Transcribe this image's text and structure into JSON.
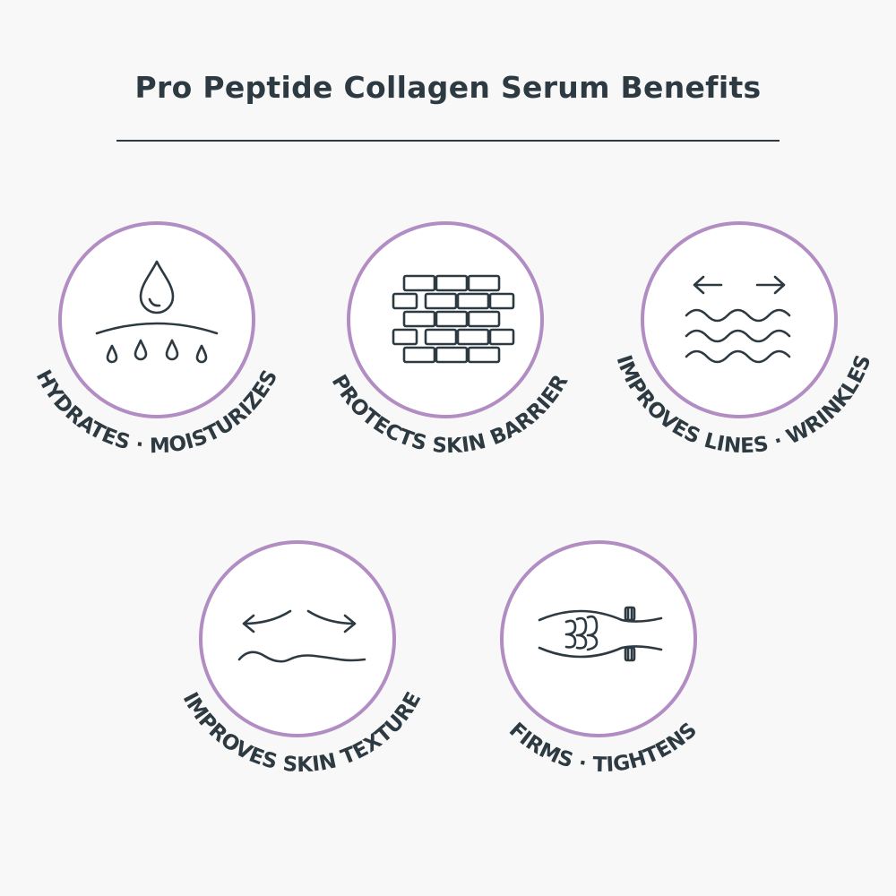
{
  "title": "Pro Peptide Collagen Serum Benefits",
  "colors": {
    "ring": "#b28dc4",
    "text": "#2d3a42",
    "background": "#f8f8f8"
  },
  "benefits": [
    {
      "label": "HYDRATES · MOISTURIZES",
      "icon": "water-drop-icon"
    },
    {
      "label": "PROTECTS SKIN BARRIER",
      "icon": "brick-wall-icon"
    },
    {
      "label": "IMPROVES LINES · WRINKLES",
      "icon": "stretch-waves-icon"
    },
    {
      "label": "IMPROVES SKIN TEXTURE",
      "icon": "smooth-wave-icon"
    },
    {
      "label": "FIRMS · TIGHTENS",
      "icon": "spring-tighten-icon"
    }
  ]
}
